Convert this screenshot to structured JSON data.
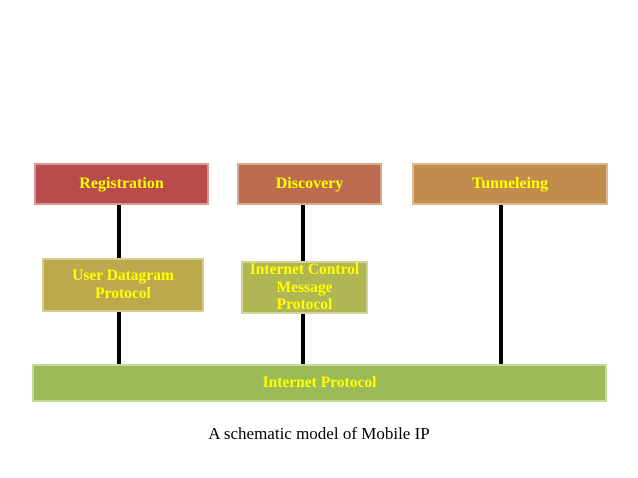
{
  "diagram": {
    "caption": "A schematic model of Mobile IP",
    "text_color": "#ffff00",
    "connector_color": "#000000",
    "top_boxes": [
      {
        "label": "Registration",
        "fill": "#b84b4b",
        "border": "#d49b94"
      },
      {
        "label": "Discovery",
        "fill": "#bc6d4f",
        "border": "#d8a98f"
      },
      {
        "label": "Tunneleing",
        "fill": "#c08d4e",
        "border": "#dcba8e"
      }
    ],
    "middle_boxes": [
      {
        "label": "User Datagram Protocol",
        "fill": "#bba94d",
        "border": "#d8cb8d"
      },
      {
        "label": "Internet Control Message Protocol",
        "fill": "#b1b654",
        "border": "#d0d494"
      }
    ],
    "base_bar": {
      "label": "Internet Protocol",
      "fill": "#9bbb58",
      "border": "#c3da9b"
    }
  }
}
